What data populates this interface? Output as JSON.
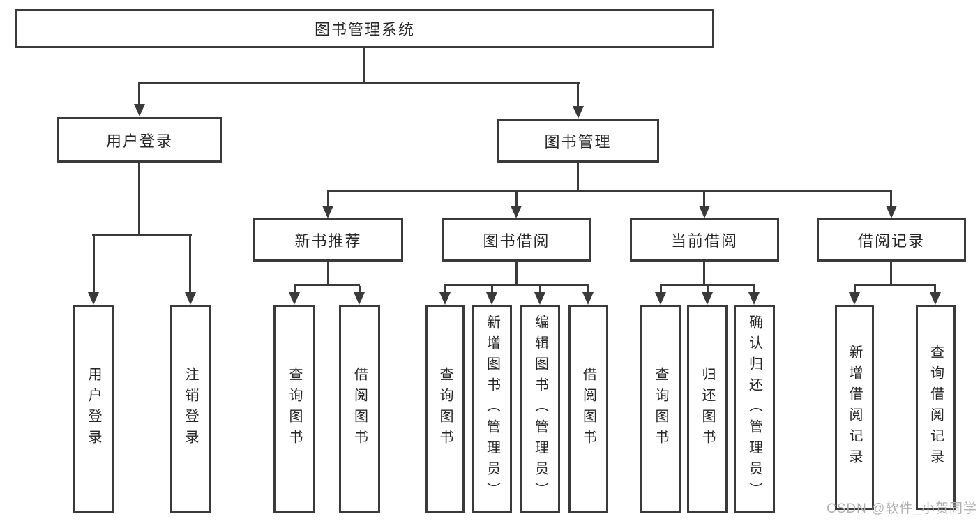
{
  "colors": {
    "line": "#3a3a3a",
    "text": "#262626",
    "watermark": "#b0b0b0",
    "background": "#ffffff"
  },
  "nodes": {
    "root": {
      "label": "图书管理系统"
    },
    "user_login": {
      "label": "用户登录"
    },
    "book_mgmt": {
      "label": "图书管理"
    },
    "new_book_rec": {
      "label": "新书推荐"
    },
    "book_borrow": {
      "label": "图书借阅"
    },
    "current_borrow": {
      "label": "当前借阅"
    },
    "borrow_record": {
      "label": "借阅记录"
    },
    "leaves": [
      {
        "label": "用户登录"
      },
      {
        "label": "注销登录"
      },
      {
        "label": "查询图书"
      },
      {
        "label": "借阅图书"
      },
      {
        "label": "查询图书"
      },
      {
        "label": "新增图书（管理员）"
      },
      {
        "label": "编辑图书（管理员）"
      },
      {
        "label": "借阅图书"
      },
      {
        "label": "查询图书"
      },
      {
        "label": "归还图书"
      },
      {
        "label": "确认归还（管理员）"
      },
      {
        "label": "新增借阅记录"
      },
      {
        "label": "查询借阅记录"
      }
    ]
  },
  "watermark": {
    "text": "CSDN @软件_小贺同学"
  }
}
